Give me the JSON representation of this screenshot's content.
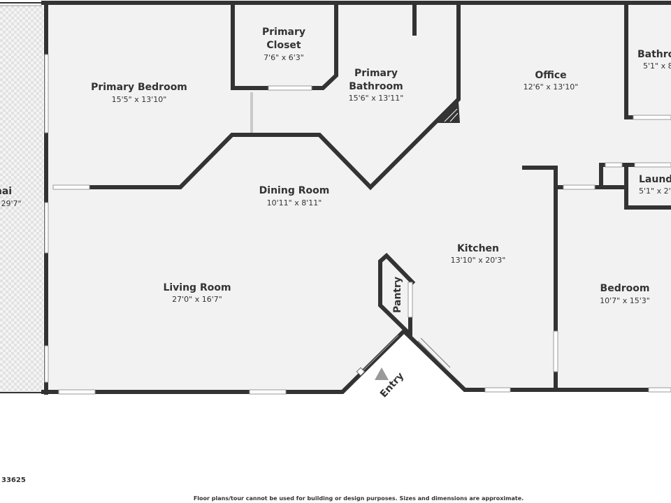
{
  "floorplan": {
    "rooms": [
      {
        "id": "lanai",
        "name": "nai",
        "dims": "29'7\""
      },
      {
        "id": "primary-bedroom",
        "name": "Primary Bedroom",
        "dims": "15'5\" x 13'10\""
      },
      {
        "id": "primary-closet",
        "name": "Primary Closet",
        "name_lines": [
          "Primary",
          "Closet"
        ],
        "dims": "7'6\" x 6'3\""
      },
      {
        "id": "primary-bathroom",
        "name": "Primary Bathroom",
        "name_lines": [
          "Primary",
          "Bathroom"
        ],
        "dims": "15'6\" x 13'11\""
      },
      {
        "id": "office",
        "name": "Office",
        "dims": "12'6\" x 13'10\""
      },
      {
        "id": "bathroom",
        "name": "Bathro",
        "dims": "5'1\" x 8"
      },
      {
        "id": "laundry",
        "name": "Laund",
        "dims": "5'1\" x 2'"
      },
      {
        "id": "dining-room",
        "name": "Dining Room",
        "dims": "10'11\" x 8'11\""
      },
      {
        "id": "kitchen",
        "name": "Kitchen",
        "dims": "13'10\" x 20'3\""
      },
      {
        "id": "living-room",
        "name": "Living Room",
        "dims": "27'0\" x 16'7\""
      },
      {
        "id": "bedroom",
        "name": "Bedroom",
        "dims": "10'7\" x 15'3\""
      },
      {
        "id": "pantry",
        "name": "Pantry"
      }
    ],
    "entry_label": "Entry",
    "colors": {
      "wall": "#333333",
      "floor": "#f2f2f2",
      "window": "#ffffff"
    }
  },
  "footer": {
    "id_fragment": "33625",
    "disclaimer": "Floor plans/tour cannot be used for building or design purposes. Sizes and dimensions are approximate."
  }
}
